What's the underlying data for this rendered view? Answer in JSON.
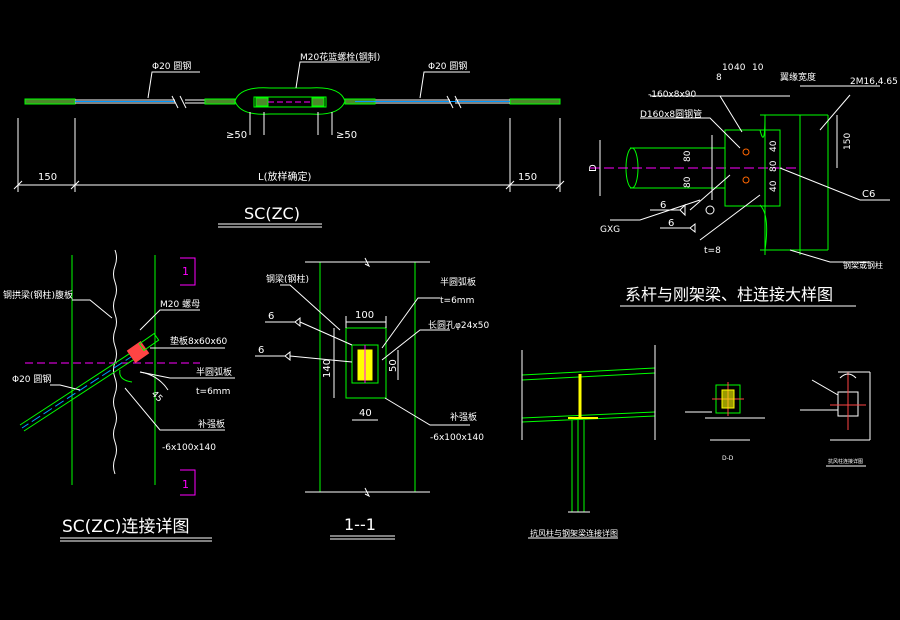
{
  "colors": {
    "background": "#000000",
    "line": "#00ff00",
    "dim": "#ffffff",
    "text": "#ffffff",
    "highlight": "#ffff00",
    "center": "#ff00ff",
    "hatch": "#00ff00"
  },
  "top_rod": {
    "label_left_bar": "Φ20 圆钢",
    "label_turnbuckle": "M20花篮螺栓(钢制)",
    "label_right_bar": "Φ20 圆钢",
    "gap_left": "≥50",
    "gap_right": "≥50",
    "dim_left": "150",
    "dim_mid": "L(放样确定)",
    "dim_right": "150",
    "title": "SC(ZC)"
  },
  "connection_detail": {
    "label_beam": "钢拱梁(钢柱)腹板",
    "label_nut": "M20 螺母",
    "label_washer": "垫板8x60x60",
    "label_bar": "Φ20 圆钢",
    "label_halfcircle": "半圆弧板",
    "label_halfcircle_t": "t=6mm",
    "label_stiffener": "补强板",
    "label_stiffener_size": "-6x100x140",
    "angle": "45",
    "marker_top": "1",
    "marker_bottom": "1",
    "title": "SC(ZC)连接详图"
  },
  "section_1_1": {
    "label_beam": "钢梁(钢柱)",
    "weld_1": "6",
    "weld_2": "6",
    "dim_width": "100",
    "label_halfcircle": "半圆弧板",
    "label_halfcircle_t": "t=6mm",
    "label_slot": "长圆孔φ24x50",
    "dim_height": "140",
    "dim_slot": "50",
    "dim_bottom": "40",
    "label_stiffener": "补强板",
    "label_stiffener_size": "-6x100x140",
    "title": "1--1"
  },
  "wind_column": {
    "title": "抗风柱与钢架梁连接详图"
  },
  "tie_detail": {
    "label_plate": "-160x8x90",
    "label_pipe": "D160x8圆钢管",
    "dim_top_a": "10",
    "dim_top_b": "40",
    "dim_top_c": "10",
    "dim_top_d": "8",
    "label_width": "翼缘宽度",
    "label_bolts": "2M16,4.65",
    "dim_d": "D",
    "dim_80a": "80",
    "dim_80b": "80",
    "dim_40a": "40",
    "dim_40b": "40",
    "dim_80c": "80",
    "dim_150": "150",
    "weld_c6": "C6",
    "weld_6a": "6",
    "weld_6b": "6",
    "label_gxg": "GXG",
    "label_t8": "t=8",
    "label_col": "钢梁或钢柱",
    "title": "系杆与刚架梁、柱连接大样图"
  },
  "small_details": {
    "left_label": "D-D",
    "right_label": "抗风柱连接详图"
  }
}
